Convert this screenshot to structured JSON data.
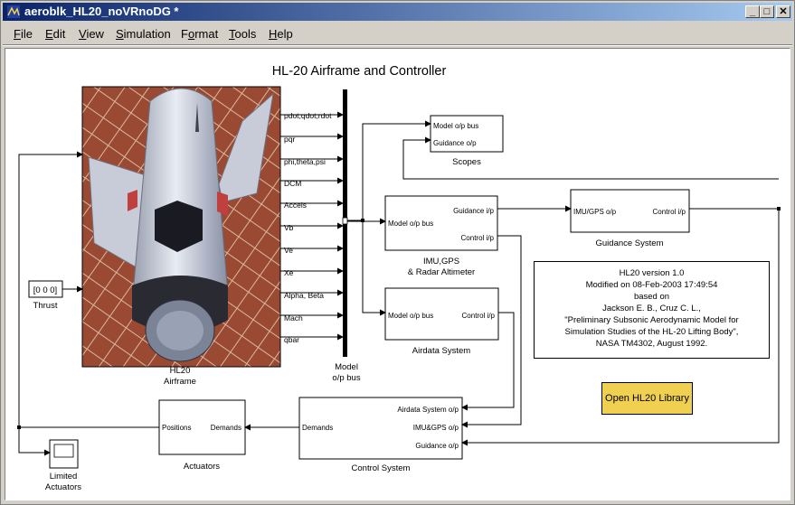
{
  "window": {
    "title": "aeroblk_HL20_noVRnoDG *",
    "controls": {
      "minimize": "_",
      "maximize": "□",
      "close": "✕"
    }
  },
  "menu": [
    {
      "pre": "",
      "u": "F",
      "post": "ile"
    },
    {
      "pre": "",
      "u": "E",
      "post": "dit"
    },
    {
      "pre": "",
      "u": "V",
      "post": "iew"
    },
    {
      "pre": "",
      "u": "S",
      "post": "imulation"
    },
    {
      "pre": "F",
      "u": "o",
      "post": "rmat"
    },
    {
      "pre": "",
      "u": "T",
      "post": "ools"
    },
    {
      "pre": "",
      "u": "H",
      "post": "elp"
    }
  ],
  "diagram": {
    "title": "HL-20 Airframe and Controller",
    "airframe": {
      "name_line1": "HL20",
      "name_line2": "Airframe",
      "outputs": [
        "pdot,qdot,rdot",
        "pqr",
        "phi,theta,psi",
        "DCM",
        "Accels",
        "Vb",
        "Ve",
        "Xe",
        "Alpha, Beta",
        "Mach",
        "qbar"
      ]
    },
    "bus": {
      "name_line1": "Model",
      "name_line2": "o/p bus"
    },
    "constant": {
      "value": "[0 0 0]",
      "name": "Thrust"
    },
    "scopes": {
      "name": "Scopes",
      "inputs": [
        "Model o/p bus",
        "Guidance o/p"
      ]
    },
    "imu": {
      "name_line1": "IMU,GPS",
      "name_line2": "& Radar Altimeter",
      "input": "Model o/p bus",
      "outputs": [
        "Guidance i/p",
        "Control i/p"
      ]
    },
    "guidance": {
      "name": "Guidance System",
      "input": "IMU/GPS o/p",
      "output": "Control i/p"
    },
    "airdata": {
      "name": "Airdata System",
      "input": "Model o/p bus",
      "output": "Control i/p"
    },
    "control": {
      "name": "Control System",
      "input": "Demands",
      "outputs": [
        "Airdata System o/p",
        "IMU&GPS o/p",
        "Guidance o/p"
      ]
    },
    "actuators": {
      "name": "Actuators",
      "input": "Positions",
      "output": "Demands"
    },
    "limited_scope": {
      "name_line1": "Limited",
      "name_line2": "Actuators"
    },
    "info": [
      "HL20 version 1.0",
      "Modified on 08-Feb-2003 17:49:54",
      "based on",
      "Jackson E. B., Cruz C. L.,",
      "\"Preliminary Subsonic Aerodynamic Model for",
      "Simulation Studies of the HL-20 Lifting Body\",",
      "NASA TM4302, August 1992."
    ],
    "open_button": "Open HL20 Library"
  }
}
